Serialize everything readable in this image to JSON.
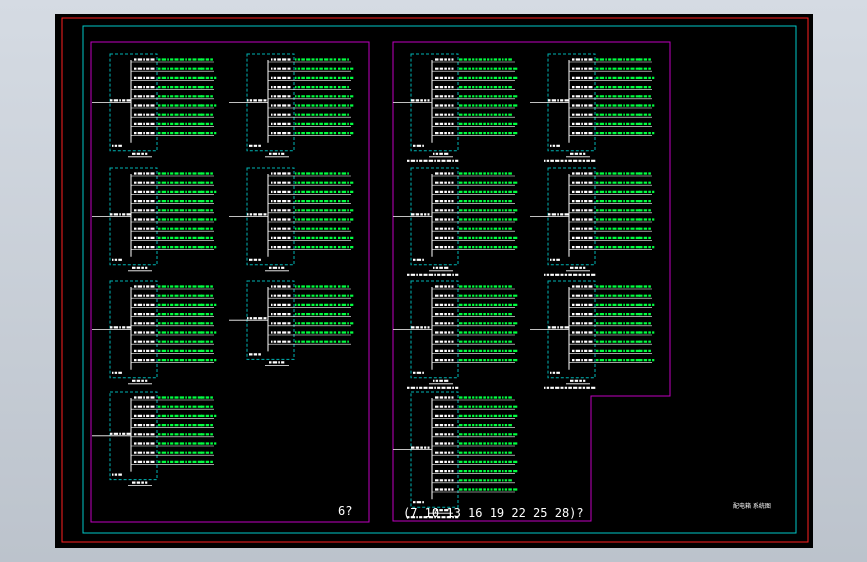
{
  "drawing": {
    "left_panel_label": "6?",
    "right_panel_label": "(7 10 13 16 19 22 25 28)?",
    "title_block_text": "配电箱 系统图",
    "colors": {
      "background": "#000000",
      "outer_frame": "#ff2020",
      "inner_frame": "#00c8c8",
      "panel_border": "#c000c0",
      "box_dashed": "#00b4b4",
      "label": "#ffffff",
      "feeder_text": "#00ff40",
      "bus": "#ffffff"
    }
  }
}
